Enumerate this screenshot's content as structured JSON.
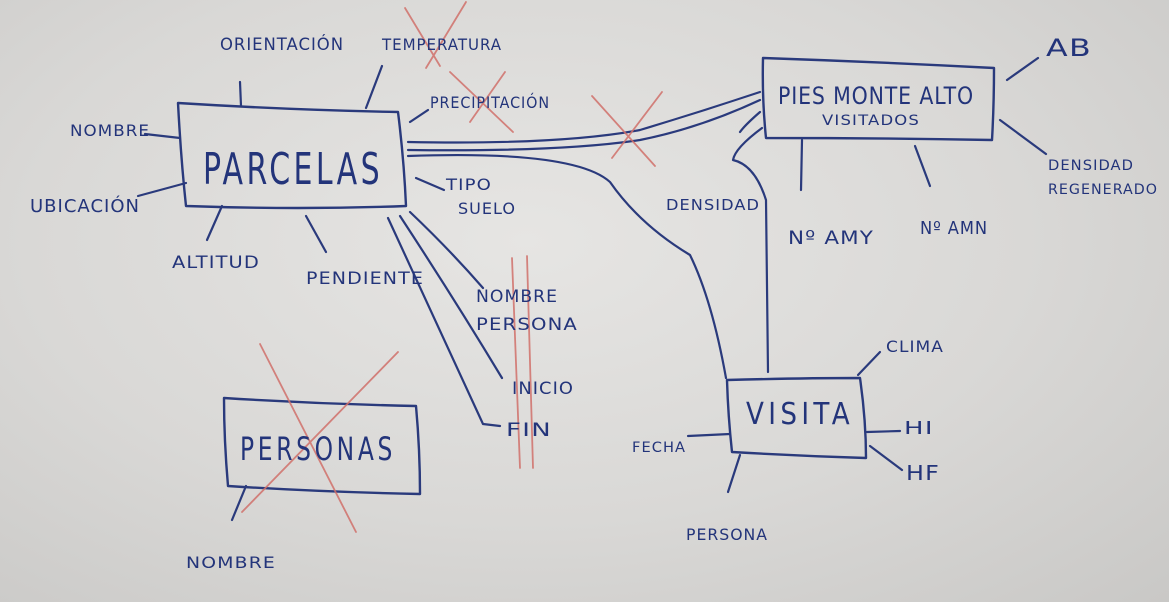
{
  "entities": {
    "parcelas": "PARCELAS",
    "personas": "PERSONAS",
    "pies_line1": "PIES MONTE ALTO",
    "pies_line2": "VISITADOS",
    "visita": "VISITA"
  },
  "attributes": {
    "orientacion": "ORIENTACIÓN",
    "temperatura": "TEMPERATURA",
    "precipitacion": "PRECIPITACIÓN",
    "nombre": "NOMBRE",
    "ubicacion": "UBICACIÓN",
    "altitud": "ALTITUD",
    "pendiente": "PENDIENTE",
    "tipo": "TIPO",
    "suelo": "SUELO",
    "nombre_persona_1": "NOMBRE",
    "nombre_persona_2": "PERSONA",
    "inicio": "INICIO",
    "fin": "FIN",
    "ab": "AB",
    "densidad_regenerado_1": "DENSIDAD",
    "densidad_regenerado_2": "REGENERADO",
    "densidad": "DENSIDAD",
    "n_amy": "Nº AMY",
    "n_amn": "Nº AMN",
    "clima": "CLIMA",
    "hi": "HI",
    "hf": "HF",
    "fecha": "FECHA",
    "persona": "PERSONA",
    "personas_nombre": "NOMBRE"
  }
}
